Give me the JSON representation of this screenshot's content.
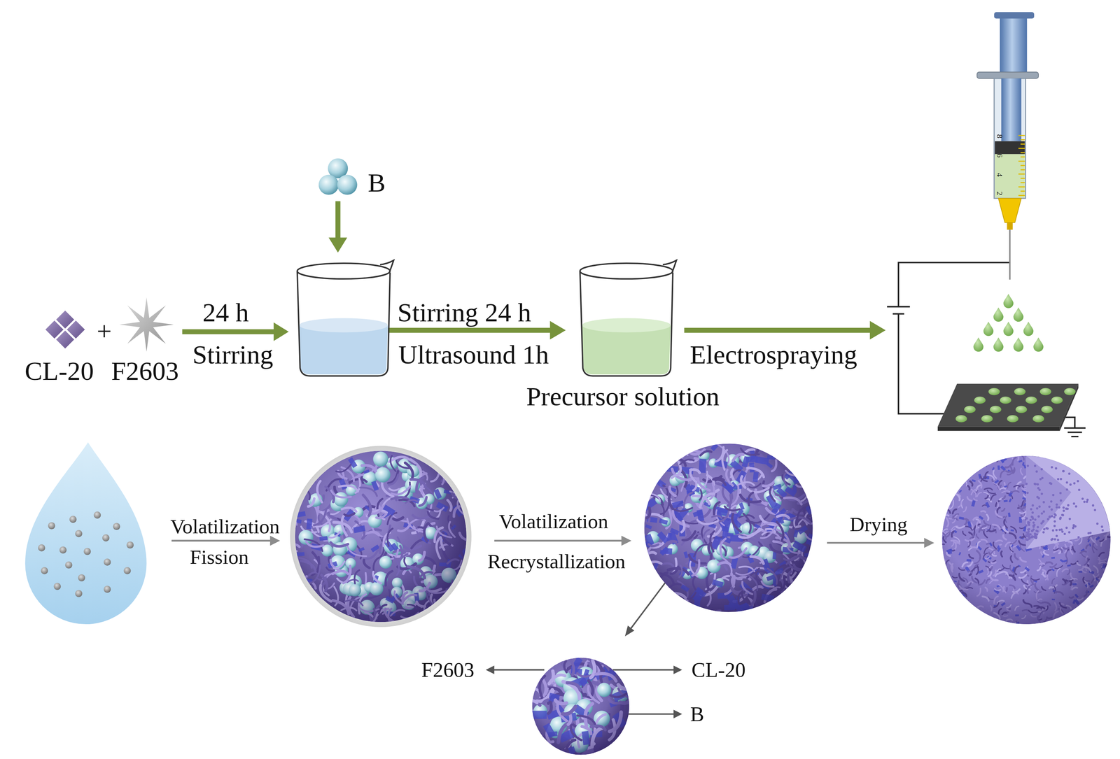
{
  "diagram": {
    "labels": [
      "B",
      "24 h",
      "Stirring",
      "Stirring 24 h",
      "Ultrasound 1h",
      "Electrospraying",
      "CL-20",
      "+",
      "F2603",
      "Precursor solution",
      "8",
      "6",
      "4",
      "2",
      "Volatilization",
      "Fission",
      "Volatilization",
      "Recrystallization",
      "Drying",
      "F2603",
      "CL-20",
      "B"
    ]
  }
}
